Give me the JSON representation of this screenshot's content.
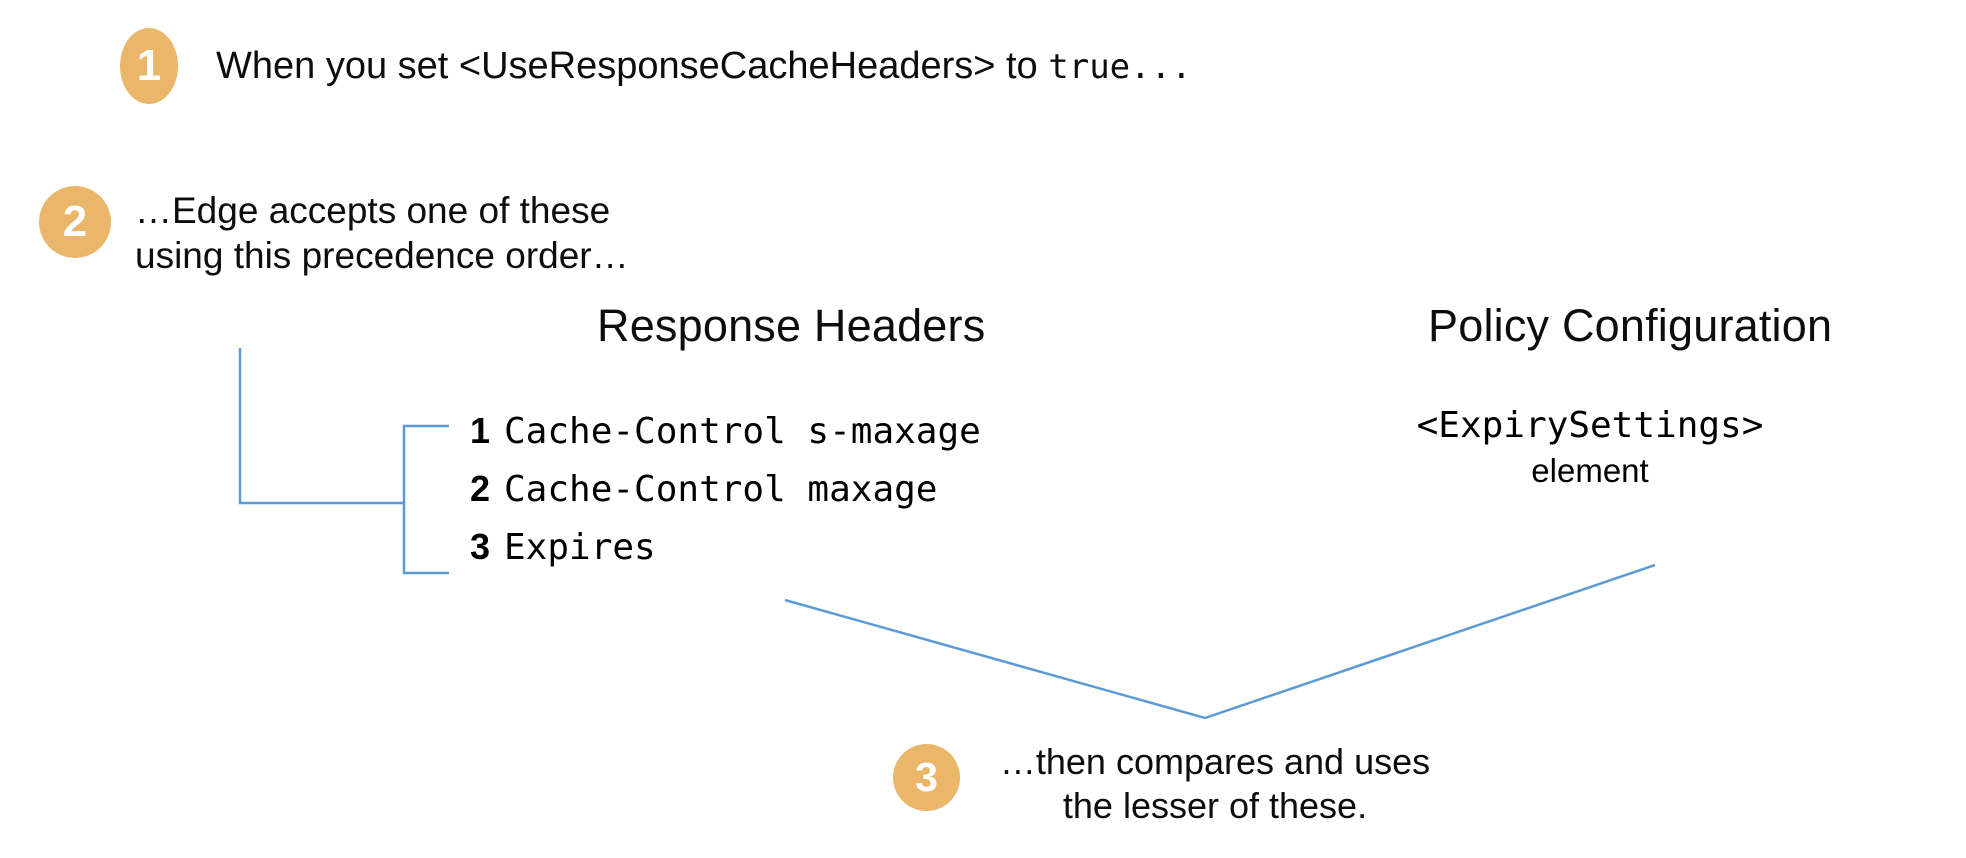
{
  "theme": {
    "background": "#ffffff",
    "badge_fill": "#EAB76A",
    "badge_text": "#ffffff",
    "connector_line": "#5B9BD5",
    "text": "#000000"
  },
  "steps": [
    {
      "number": "1",
      "text_prefix": "When you set <UseResponseCacheHeaders> to ",
      "text_mono": "true...",
      "full_text": "When you set <UseResponseCacheHeaders> to true..."
    },
    {
      "number": "2",
      "text": "…Edge accepts one of these using this precedence order…"
    },
    {
      "number": "3",
      "text": "…then compares and uses the lesser of these."
    }
  ],
  "columns": {
    "response_headers": {
      "heading": "Response Headers",
      "items": [
        {
          "rank": "1",
          "name": "Cache-Control s-maxage"
        },
        {
          "rank": "2",
          "name": "Cache-Control maxage"
        },
        {
          "rank": "3",
          "name": "Expires"
        }
      ]
    },
    "policy_configuration": {
      "heading": "Policy Configuration",
      "element_name": "<ExpirySettings>",
      "element_word": "element"
    }
  },
  "connectors": {
    "precedence_bracket": "L-shaped leader from step 2 text into a square bracket grouping the three response headers",
    "comparison_v": "V-shaped connector joining the response-header list and the policy element down to step 3"
  }
}
